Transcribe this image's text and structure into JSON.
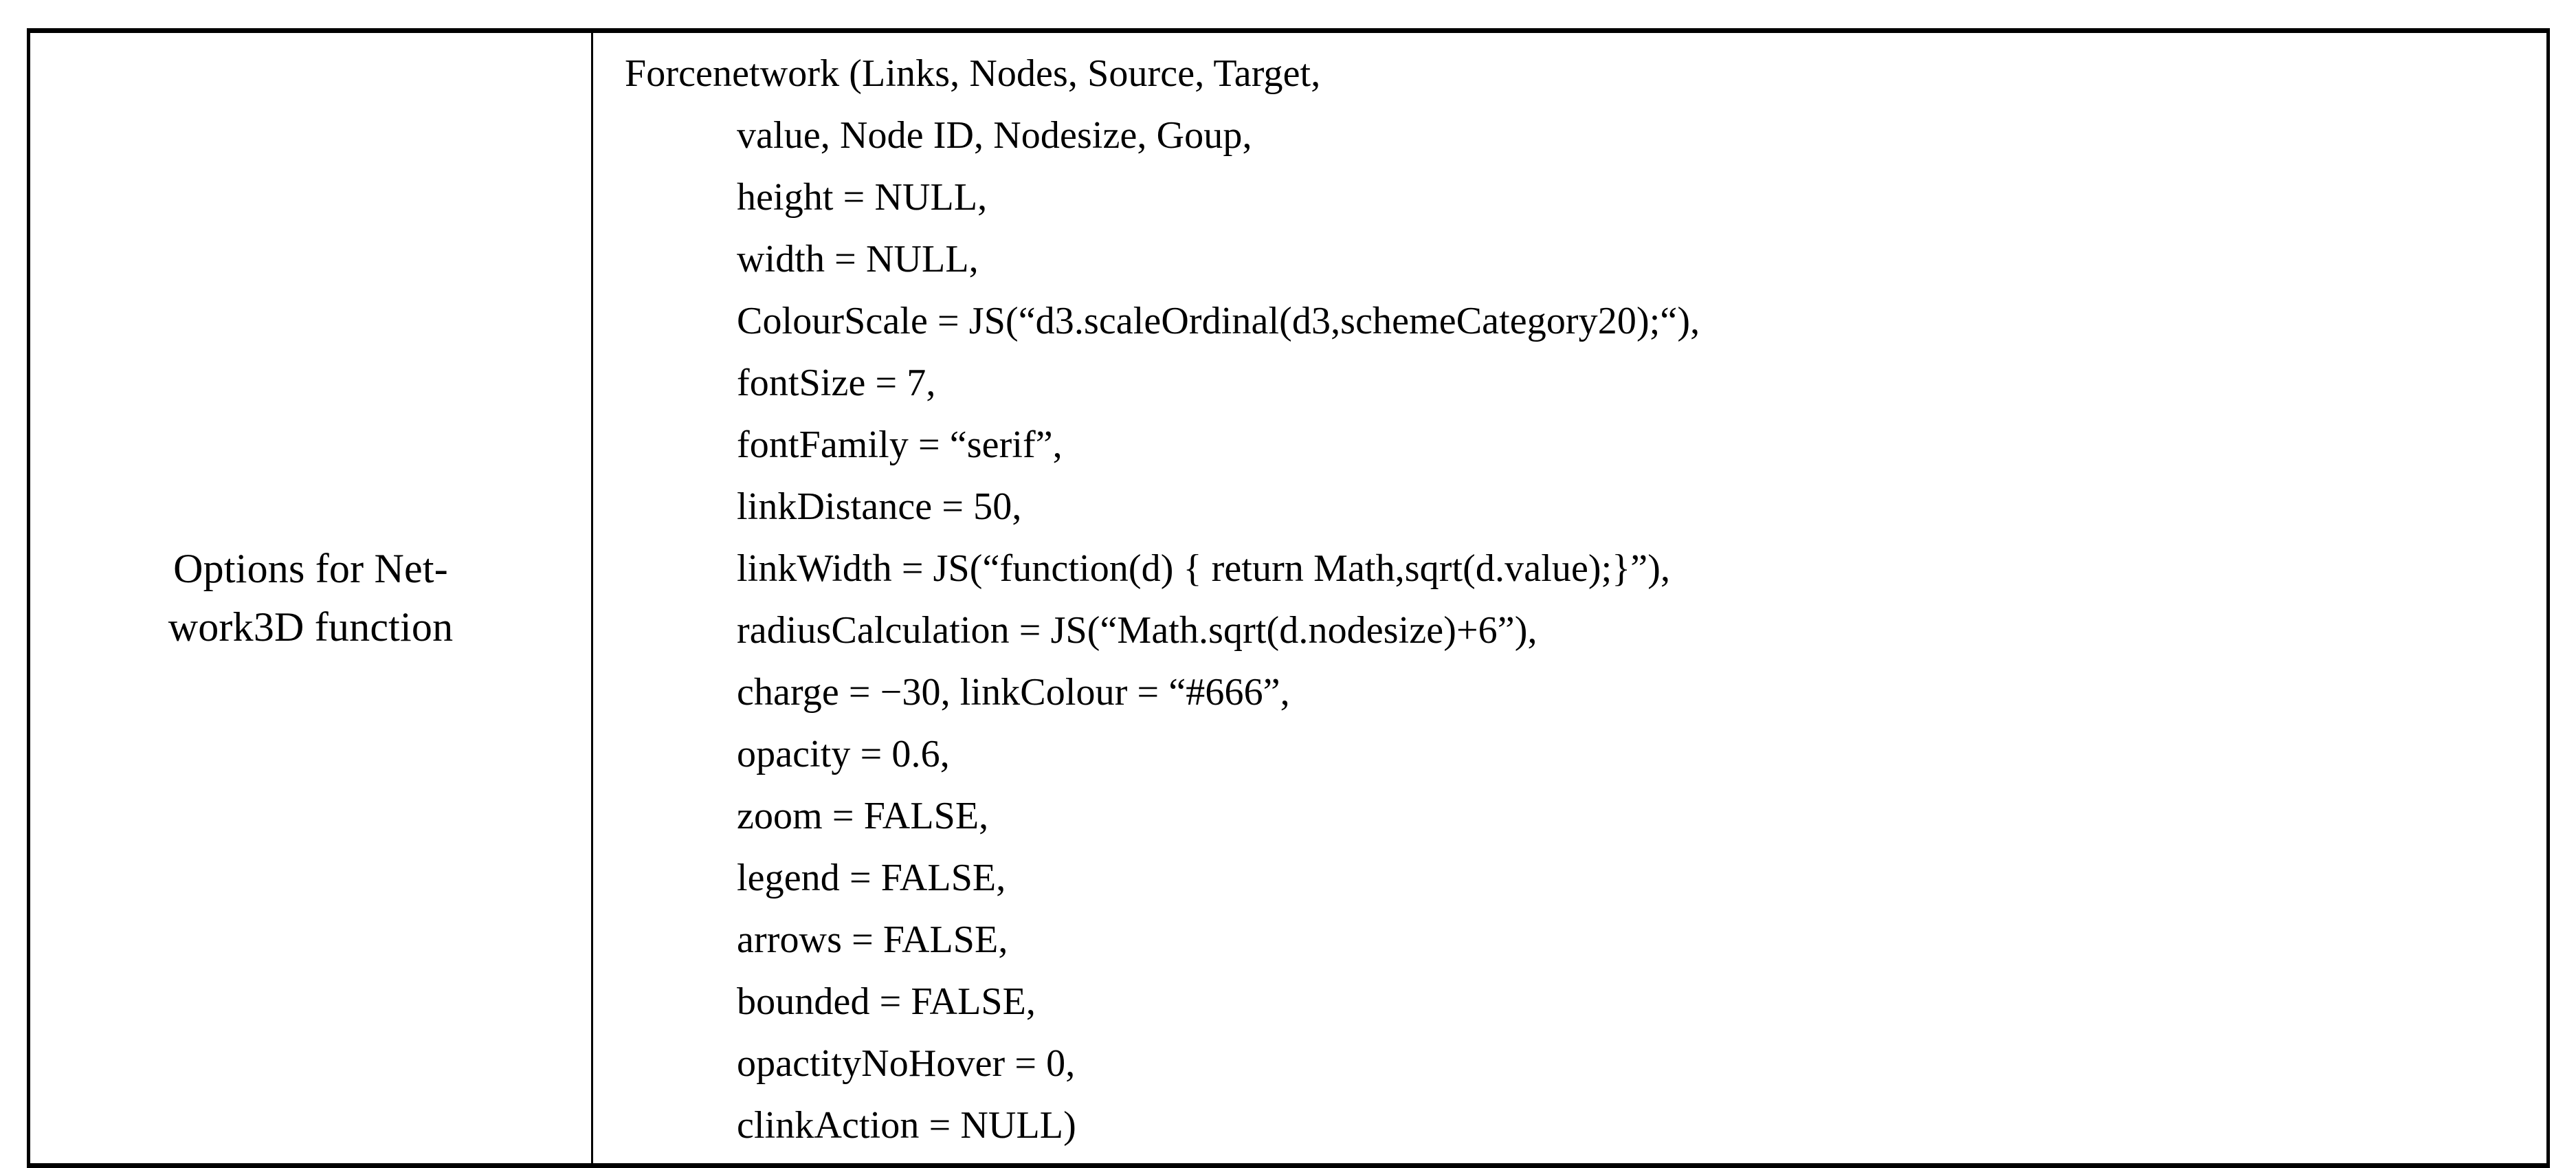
{
  "table": {
    "label_cell": {
      "lines": [
        "Options for Net-",
        "work3D function"
      ],
      "full_text": "Options for Network3D function"
    },
    "code_cell": {
      "lines": [
        {
          "text": "Forcenetwork (Links, Nodes, Source, Target,",
          "indented": false
        },
        {
          "text": "value, Node ID, Nodesize, Goup,",
          "indented": true
        },
        {
          "text": "height = NULL,",
          "indented": true
        },
        {
          "text": "width = NULL,",
          "indented": true
        },
        {
          "text": "ColourScale = JS(“d3.scaleOrdinal(d3,schemeCategory20);“),",
          "indented": true
        },
        {
          "text": "fontSize = 7,",
          "indented": true
        },
        {
          "text": "fontFamily = “serif”,",
          "indented": true
        },
        {
          "text": "linkDistance = 50,",
          "indented": true
        },
        {
          "text": "linkWidth = JS(“function(d) { return Math,sqrt(d.value);}”),",
          "indented": true
        },
        {
          "text": "radiusCalculation = JS(“Math.sqrt(d.nodesize)+6”),",
          "indented": true
        },
        {
          "text": "charge = −30, linkColour = “#666”,",
          "indented": true
        },
        {
          "text": "opacity = 0.6,",
          "indented": true
        },
        {
          "text": "zoom = FALSE,",
          "indented": true
        },
        {
          "text": "legend = FALSE,",
          "indented": true
        },
        {
          "text": "arrows = FALSE,",
          "indented": true
        },
        {
          "text": "bounded = FALSE,",
          "indented": true
        },
        {
          "text": "opactityNoHover = 0,",
          "indented": true
        },
        {
          "text": "clinkAction = NULL)",
          "indented": true
        }
      ]
    }
  },
  "colors": {
    "text": "#000000",
    "background": "#ffffff",
    "border": "#000000"
  }
}
